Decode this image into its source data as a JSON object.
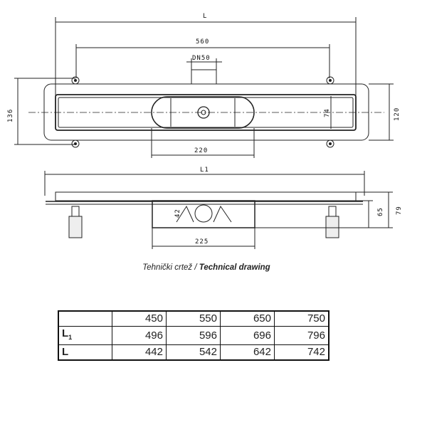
{
  "top_view": {
    "L": "L",
    "d560": "560",
    "dn50": "DN50",
    "d136": "136",
    "d120": "120",
    "d74": "74",
    "d220": "220"
  },
  "side_view": {
    "L1": "L1",
    "d65": "65",
    "d79": "79",
    "d42": "42",
    "d225": "225"
  },
  "caption": {
    "local": "Tehnički crtež /",
    "english": "Technical drawing"
  },
  "table": {
    "header": [
      "",
      "450",
      "550",
      "650",
      "750"
    ],
    "rows": [
      {
        "label": "L",
        "sub": "1",
        "values": [
          "496",
          "596",
          "696",
          "796"
        ]
      },
      {
        "label": "L",
        "sub": "",
        "values": [
          "442",
          "542",
          "642",
          "742"
        ]
      }
    ]
  }
}
